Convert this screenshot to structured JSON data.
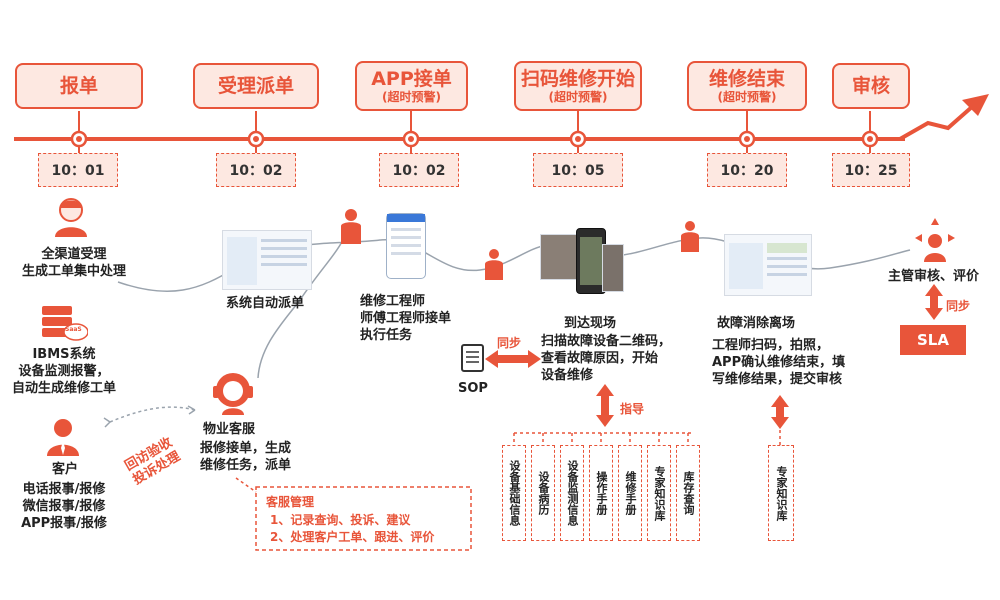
{
  "stages": [
    {
      "title": "报单",
      "sub": ""
    },
    {
      "title": "受理派单",
      "sub": ""
    },
    {
      "title": "APP接单",
      "sub": "(超时预警)"
    },
    {
      "title": "扫码维修开始",
      "sub": "(超时预警)"
    },
    {
      "title": "维修结束",
      "sub": "(超时预警)"
    },
    {
      "title": "审核",
      "sub": ""
    }
  ],
  "times": [
    "10：01",
    "10：02",
    "10：02",
    "10：05",
    "10：20",
    "10：25"
  ],
  "nodes": {
    "channel": "全渠道受理\n生成工单集中处理",
    "ibms": "IBMS系统\n设备监测报警，\n自动生成维修工单",
    "customer_title": "客户",
    "customer_desc": "电话报事/报修\n微信报事/报修\nAPP报事/报修",
    "auto_dispatch": "系统自动派单",
    "engineer": "维修工程师\n师傅工程师接单\n执行任务",
    "service_title": "物业客服",
    "service_desc": "报修接单，生成\n维修任务，派单",
    "arrive_title": "到达现场",
    "arrive_desc": "扫描故障设备二维码，\n查看故障原因，开始\n设备维修",
    "leave_title": "故障消除离场",
    "leave_desc": "工程师扫码，拍照，\nAPP确认维修结束，填\n写维修结果，提交审核",
    "review": "主管审核、评价"
  },
  "labels": {
    "sop": "SOP",
    "sync1": "同步",
    "sync2": "同步",
    "guide": "指导",
    "sla": "SLA",
    "revisit": "回访验收\n投诉处理",
    "saas": "SaaS"
  },
  "service_mgmt": {
    "title": "客服管理",
    "items": [
      "1、记录查询、投诉、建议",
      "2、处理客户工单、跟进、评价"
    ]
  },
  "guide_items": [
    "设备基础信息",
    "设备病历",
    "设备监测信息",
    "操作手册",
    "维修手册",
    "专家知识库",
    "库存查询"
  ],
  "expert_box": "专家知识库",
  "colors": {
    "accent": "#e8553a",
    "fill": "#fde8e1"
  }
}
